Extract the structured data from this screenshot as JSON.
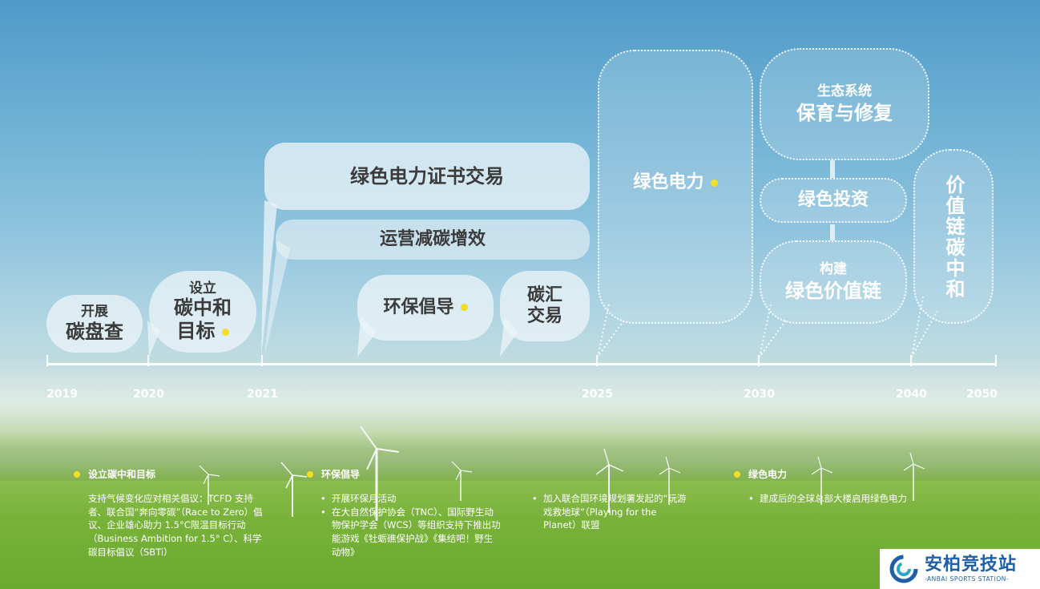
{
  "bubbles": {
    "b2019_top": "开展",
    "b2019_main": "碳盘查",
    "b2020_top": "设立",
    "b2020_line1": "碳中和",
    "b2020_line2": "目标",
    "green_cert": "绿色电力证书交易",
    "ops": "运营减碳增效",
    "env": "环保倡导",
    "carbon_sink_1": "碳汇",
    "carbon_sink_2": "交易",
    "green_power": "绿色电力",
    "eco_top": "生态系统",
    "eco_main": "保育与修复",
    "green_invest": "绿色投资",
    "build_top": "构建",
    "build_main": "绿色价值链",
    "value_chain": "价值链碳中和"
  },
  "years": [
    "2019",
    "2020",
    "2021",
    "2025",
    "2030",
    "2040",
    "2050"
  ],
  "notes": {
    "n1_title": "设立碳中和目标",
    "n1_body": "支持气候变化应对相关倡议：TCFD 支持者、联合国“奔向零碳”（Race to Zero）倡议、企业雄心助力 1.5°C限温目标行动（Business Ambition for 1.5° C）、科学碳目标倡议（SBTi）",
    "n2_title": "环保倡导",
    "n2_b1": "开展环保月活动",
    "n2_b2": "在大自然保护协会（TNC）、国际野生动物保护学会（WCS）等组织支持下推出功能游戏《牡蛎礁保护战》《集结吧！野生动物》",
    "n3_b1": "加入联合国环境规划署发起的“玩游戏救地球”（Playing for the Planet）联盟",
    "n4_title": "绿色电力",
    "n4_b1": "建成后的全球总部大楼启用绿色电力"
  },
  "logo": {
    "cn": "安柏竞技站",
    "en": "-ANBAI SPORTS STATION-"
  },
  "colors": {
    "accent_dot": "#f2df24",
    "logo_blue": "#1f5fa8"
  }
}
